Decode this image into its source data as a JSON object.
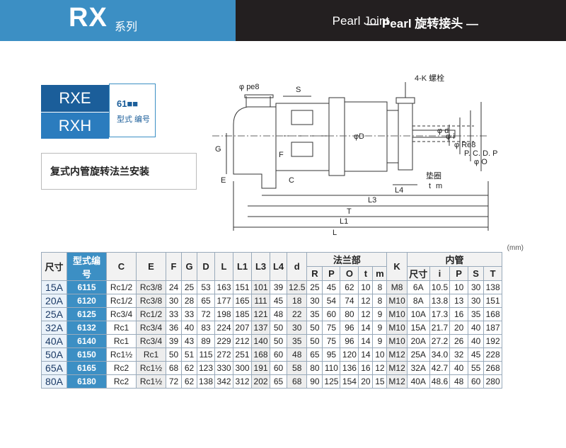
{
  "header": {
    "series": "RX",
    "series_suffix": "系列",
    "title": "Pearl Joint",
    "subtitle": "— Pearl 旋转接头 —"
  },
  "models": {
    "rxe": "RXE",
    "rxh": "RXH",
    "code": "61■■",
    "code_label": "型式 编号"
  },
  "description": "复式内管旋转法兰安装",
  "drawing": {
    "labels": {
      "pe8": "φ pe8",
      "s": "S",
      "k_bolt": "4-K 螺栓",
      "g": "G",
      "f": "F",
      "e": "E",
      "c": "C",
      "d_big": "φD",
      "phi_d": "φ d",
      "phi_i": "φ i",
      "re8": "φ Re8",
      "pcd": "P. C. D. P",
      "phi_o": "φ O",
      "gasket": "垫圈",
      "t": "t",
      "m": "m",
      "l4": "L4",
      "l3": "L3",
      "tt": "T",
      "l1": "L1",
      "l": "L"
    }
  },
  "unit": "(mm)",
  "table": {
    "headers": {
      "size": "尺寸",
      "code": "型式编号",
      "c": "C",
      "e": "E",
      "f": "F",
      "g": "G",
      "d": "D",
      "l": "L",
      "l1": "L1",
      "l3": "L3",
      "l4": "L4",
      "dd": "d",
      "flange": "法兰部",
      "r": "R",
      "p": "P",
      "o": "O",
      "t": "t",
      "m": "m",
      "k": "K",
      "inner": "内管",
      "inner_size": "尺寸",
      "i": "i",
      "ip": "P",
      "s": "S",
      "tt": "T"
    },
    "rows": [
      [
        "15A",
        "6115",
        "Rc1/2",
        "Rc3/8",
        "24",
        "25",
        "53",
        "163",
        "151",
        "101",
        "39",
        "12.5",
        "25",
        "45",
        "62",
        "10",
        "8",
        "M8",
        "6A",
        "10.5",
        "10",
        "30",
        "138"
      ],
      [
        "20A",
        "6120",
        "Rc1/2",
        "Rc3/8",
        "30",
        "28",
        "65",
        "177",
        "165",
        "111",
        "45",
        "18",
        "30",
        "54",
        "74",
        "12",
        "8",
        "M10",
        "8A",
        "13.8",
        "13",
        "30",
        "151"
      ],
      [
        "25A",
        "6125",
        "Rc3/4",
        "Rc1/2",
        "33",
        "33",
        "72",
        "198",
        "185",
        "121",
        "48",
        "22",
        "35",
        "60",
        "80",
        "12",
        "9",
        "M10",
        "10A",
        "17.3",
        "16",
        "35",
        "168"
      ],
      [
        "32A",
        "6132",
        "Rc1",
        "Rc3/4",
        "36",
        "40",
        "83",
        "224",
        "207",
        "137",
        "50",
        "30",
        "50",
        "75",
        "96",
        "14",
        "9",
        "M10",
        "15A",
        "21.7",
        "20",
        "40",
        "187"
      ],
      [
        "40A",
        "6140",
        "Rc1",
        "Rc3/4",
        "39",
        "43",
        "89",
        "229",
        "212",
        "140",
        "50",
        "35",
        "50",
        "75",
        "96",
        "14",
        "9",
        "M10",
        "20A",
        "27.2",
        "26",
        "40",
        "192"
      ],
      [
        "50A",
        "6150",
        "Rc1½",
        "Rc1",
        "50",
        "51",
        "115",
        "272",
        "251",
        "168",
        "60",
        "48",
        "65",
        "95",
        "120",
        "14",
        "10",
        "M12",
        "25A",
        "34.0",
        "32",
        "45",
        "228"
      ],
      [
        "65A",
        "6165",
        "Rc2",
        "Rc1½",
        "68",
        "62",
        "123",
        "330",
        "300",
        "191",
        "60",
        "58",
        "80",
        "110",
        "136",
        "16",
        "12",
        "M12",
        "32A",
        "42.7",
        "40",
        "55",
        "268"
      ],
      [
        "80A",
        "6180",
        "Rc2",
        "Rc1½",
        "72",
        "62",
        "138",
        "342",
        "312",
        "202",
        "65",
        "68",
        "90",
        "125",
        "154",
        "20",
        "15",
        "M12",
        "40A",
        "48.6",
        "48",
        "60",
        "280"
      ]
    ]
  }
}
